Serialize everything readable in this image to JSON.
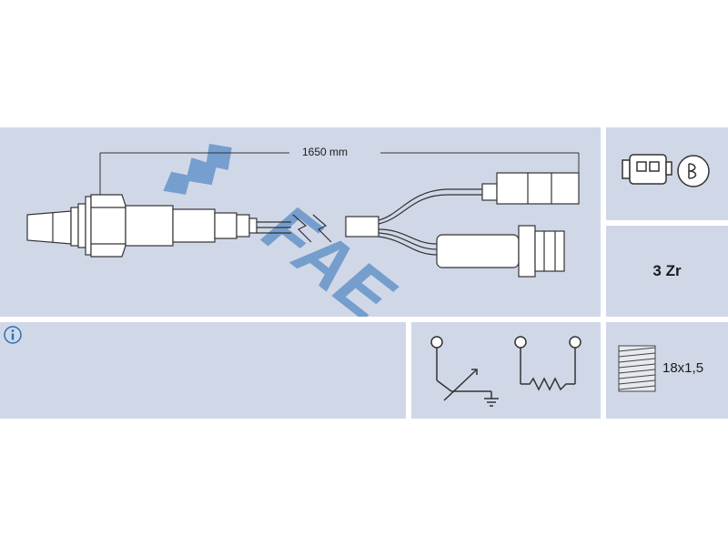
{
  "dimension": {
    "length": "1650 mm"
  },
  "brand": {
    "logo_text": "FAE"
  },
  "sensor": {
    "wire_count_label": "3 Zr"
  },
  "thread": {
    "size": "18x1,5"
  },
  "info": {
    "icon": "info-icon"
  },
  "colors": {
    "panel": "#d0d8e8",
    "line": "#333333",
    "logo": "#2b6fb8"
  }
}
